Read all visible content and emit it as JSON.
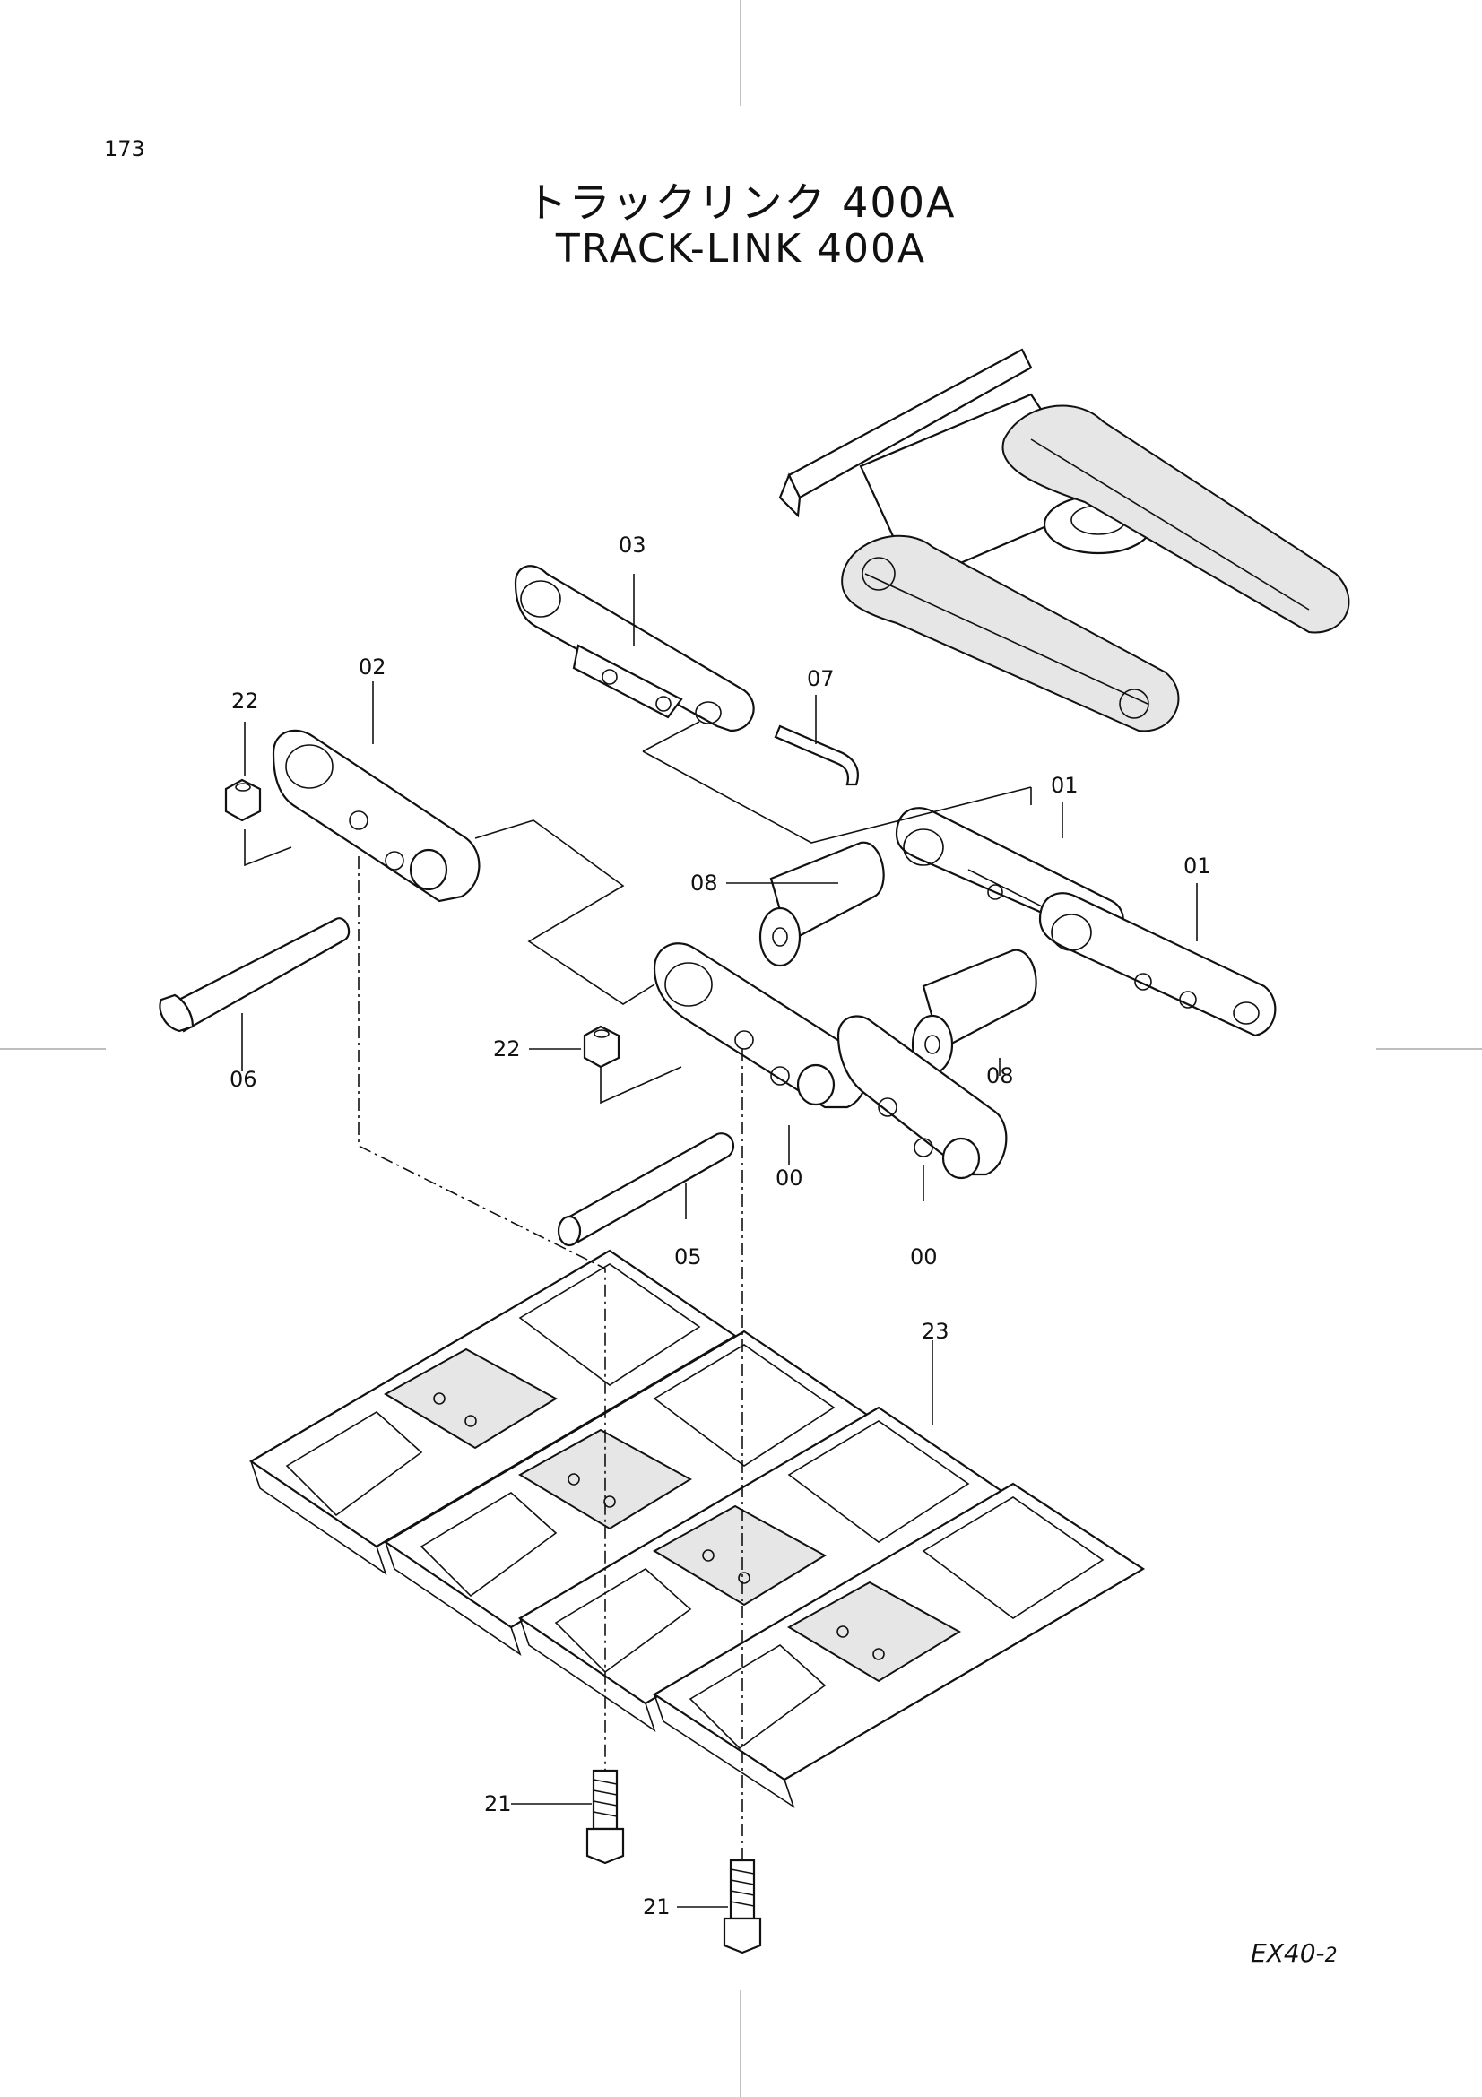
{
  "page_number": "173",
  "title_jp": "トラックリンク 400A",
  "title_en": "TRACK-LINK 400A",
  "model_code": {
    "main": "EX40-",
    "suffix": "2"
  },
  "callouts": {
    "c03": "03",
    "c02": "02",
    "c22a": "22",
    "c07": "07",
    "c01a": "01",
    "c01b": "01",
    "c08a": "08",
    "c08b": "08",
    "c22b": "22",
    "c06": "06",
    "c00a": "00",
    "c00b": "00",
    "c05": "05",
    "c23": "23",
    "c21a": "21",
    "c21b": "21"
  }
}
